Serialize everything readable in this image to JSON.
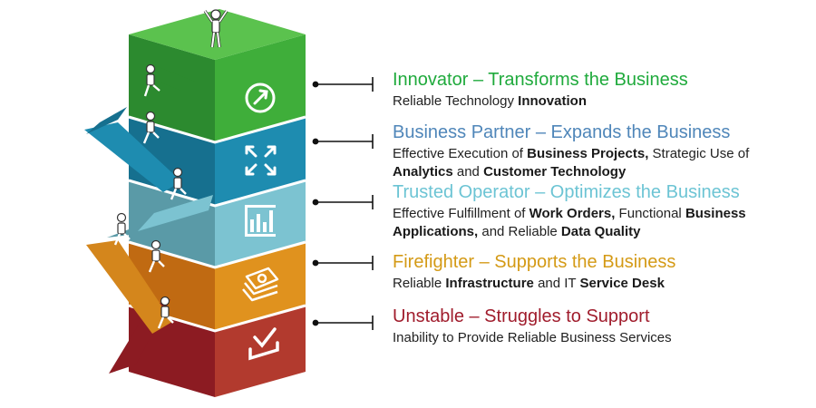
{
  "colors": {
    "innovator": "#1faa3c",
    "business_partner": "#4f86b9",
    "trusted_operator": "#6cc4d4",
    "firefighter": "#d49a16",
    "unstable": "#a01c2c"
  },
  "levels": [
    {
      "id": "innovator",
      "icon": "compass-icon",
      "title": "Innovator – Transforms the Business",
      "desc": [
        {
          "text": "Reliable Technology ",
          "bold": false
        },
        {
          "text": "Innovation",
          "bold": true
        }
      ]
    },
    {
      "id": "business_partner",
      "icon": "expand-arrows-icon",
      "title": "Business Partner – Expands the Business",
      "desc": [
        {
          "text": "Effective Execution of ",
          "bold": false
        },
        {
          "text": "Business Projects,",
          "bold": true
        },
        {
          "text": " Strategic Use of ",
          "bold": false
        },
        {
          "text": "Analytics",
          "bold": true
        },
        {
          "text": " and ",
          "bold": false
        },
        {
          "text": "Customer Technology",
          "bold": true
        }
      ]
    },
    {
      "id": "trusted_operator",
      "icon": "bar-chart-icon",
      "title": "Trusted Operator – Optimizes the Business",
      "desc": [
        {
          "text": "Effective Fulfillment of ",
          "bold": false
        },
        {
          "text": "Work Orders,",
          "bold": true
        },
        {
          "text": " Functional ",
          "bold": false
        },
        {
          "text": "Business Applications,",
          "bold": true
        },
        {
          "text": " and Reliable ",
          "bold": false
        },
        {
          "text": "Data Quality",
          "bold": true
        }
      ]
    },
    {
      "id": "firefighter",
      "icon": "money-stack-icon",
      "title": "Firefighter – Supports the Business",
      "desc": [
        {
          "text": "Reliable ",
          "bold": false
        },
        {
          "text": "Infrastructure",
          "bold": true
        },
        {
          "text": " and IT ",
          "bold": false
        },
        {
          "text": "Service Desk",
          "bold": true
        }
      ]
    },
    {
      "id": "unstable",
      "icon": "checkbox-icon",
      "title": "Unstable – Struggles to Support",
      "desc": [
        {
          "text": "Inability to Provide Reliable Business Services",
          "bold": false
        }
      ]
    }
  ]
}
